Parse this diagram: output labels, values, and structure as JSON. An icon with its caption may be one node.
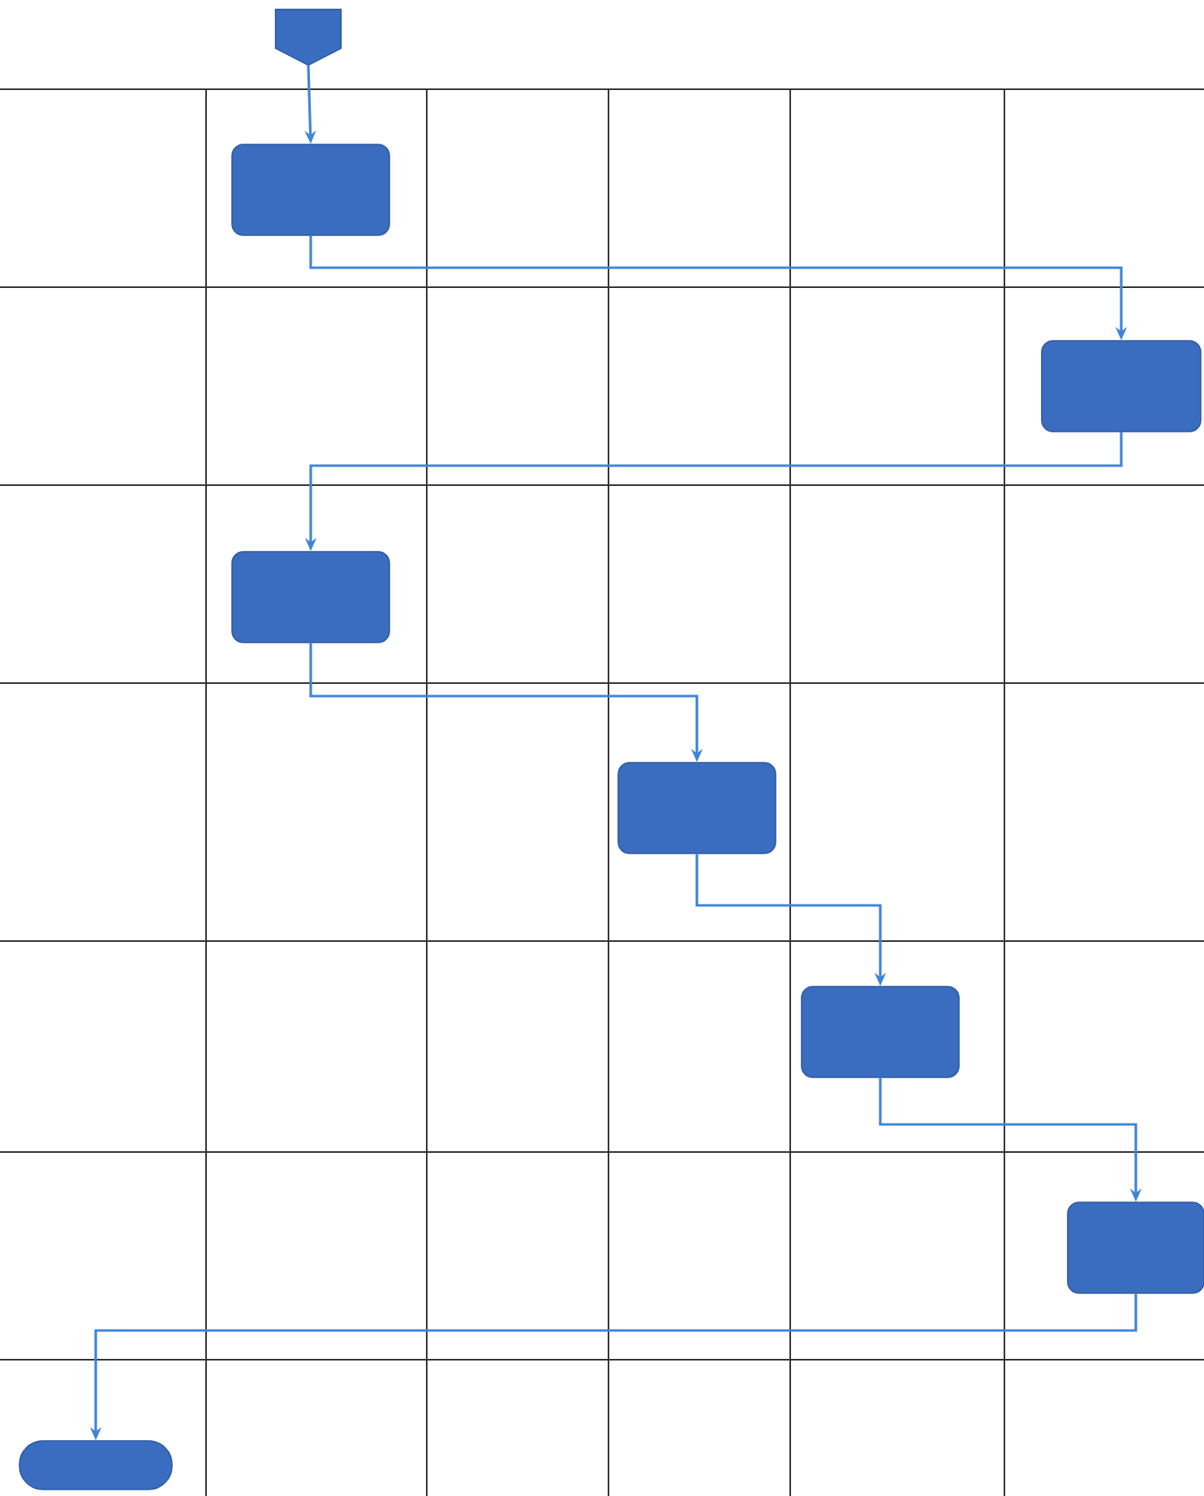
{
  "diagram": {
    "nodes": [
      {
        "text": [],
        "shape": "pentagon"
      },
      {
        "text": [],
        "shape": "box"
      },
      {
        "text": [],
        "shape": "box"
      },
      {
        "text": [],
        "shape": "box"
      },
      {
        "text": [],
        "shape": "box"
      },
      {
        "text": [],
        "shape": "box"
      },
      {
        "text": [],
        "shape": "box"
      },
      {
        "text": [],
        "shape": "stadium"
      }
    ],
    "edges": [
      {
        "from": 0,
        "to": 1,
        "arrow": "to"
      },
      {
        "from": 1,
        "to": 2,
        "arrow": "to"
      },
      {
        "from": 2,
        "to": 3,
        "arrow": "to"
      },
      {
        "from": 3,
        "to": 4,
        "arrow": "to"
      },
      {
        "from": 4,
        "to": 5,
        "arrow": "to"
      },
      {
        "from": 5,
        "to": 6,
        "arrow": "to"
      },
      {
        "from": 6,
        "to": 7,
        "arrow": "to"
      }
    ]
  }
}
